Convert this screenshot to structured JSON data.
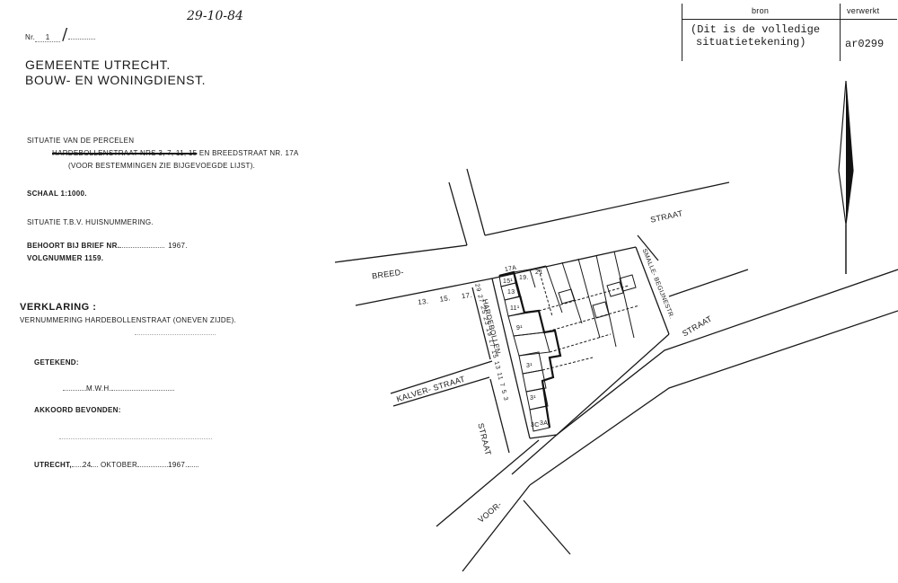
{
  "header": {
    "nr_label": "Nr.",
    "nr_value": "1",
    "handwritten_date": "29-10-84",
    "org_line1": "GEMEENTE UTRECHT.",
    "org_line2": "BOUW- EN WONINGDIENST."
  },
  "stamp": {
    "col_source": "bron",
    "col_processed": "verwerkt",
    "source_text_line1": "(Dit is de volledige",
    "source_text_line2": "situatietekening)",
    "ref": "ar0299"
  },
  "form": {
    "situatie_line1": "SITUATIE   VAN   DE   PERCELEN",
    "situatie_struck": "HARDEBOLLENSTRAAT NRS 3, 7, 11, 15",
    "situatie_rest": "EN BREEDSTRAAT NR. 17A",
    "situatie_line3": "(VOOR BESTEMMINGEN ZIE BIJGEVOEGDE LIJST).",
    "schaal": "SCHAAL  1:1000.",
    "situatie_tbv": "SITUATIE  T.B.V.  HUISNUMMERING.",
    "behoort": "BEHOORT BIJ BRIEF NR.",
    "behoort_year": "1967.",
    "volgnummer": "VOLGNUMMER 1159.",
    "verklaring": "VERKLARING :",
    "vernummering": "VERNUMMERING HARDEBOLLENSTRAAT (ONEVEN ZIJDE).",
    "getekend": "GETEKEND:",
    "signer": "M.W.H.",
    "akkoord": "AKKOORD BEVONDEN:",
    "place_date_city": "UTRECHT,",
    "place_date_day": "24",
    "place_date_month": "OKTOBER",
    "place_date_year": "1967."
  },
  "map": {
    "street_breed": "BREED-",
    "street_straat_top": "STRAAT",
    "street_straat_right": "STRAAT",
    "street_kalver": "KALVER-   STRAAT",
    "street_straat_bottom": "STRAAT",
    "street_voor": "VOOR-",
    "street_hardebollen": "HARDEBOLLEN-",
    "street_smalle": "SMALLE-  BEGIJNESTR.",
    "house_numbers_breed": [
      "13.",
      "15.",
      "17."
    ],
    "house_17a": "17A",
    "house_19": "19.",
    "house_21": "21",
    "house_numbers_hardebollen": [
      "29",
      "27",
      "25",
      "23",
      "19",
      "17",
      "15",
      "13",
      "11",
      "7",
      "5",
      "3"
    ],
    "parcel_labels": [
      "15¹",
      "13",
      "11¹",
      "9¹",
      "3¹",
      "3¹",
      "3C",
      "3A"
    ]
  }
}
